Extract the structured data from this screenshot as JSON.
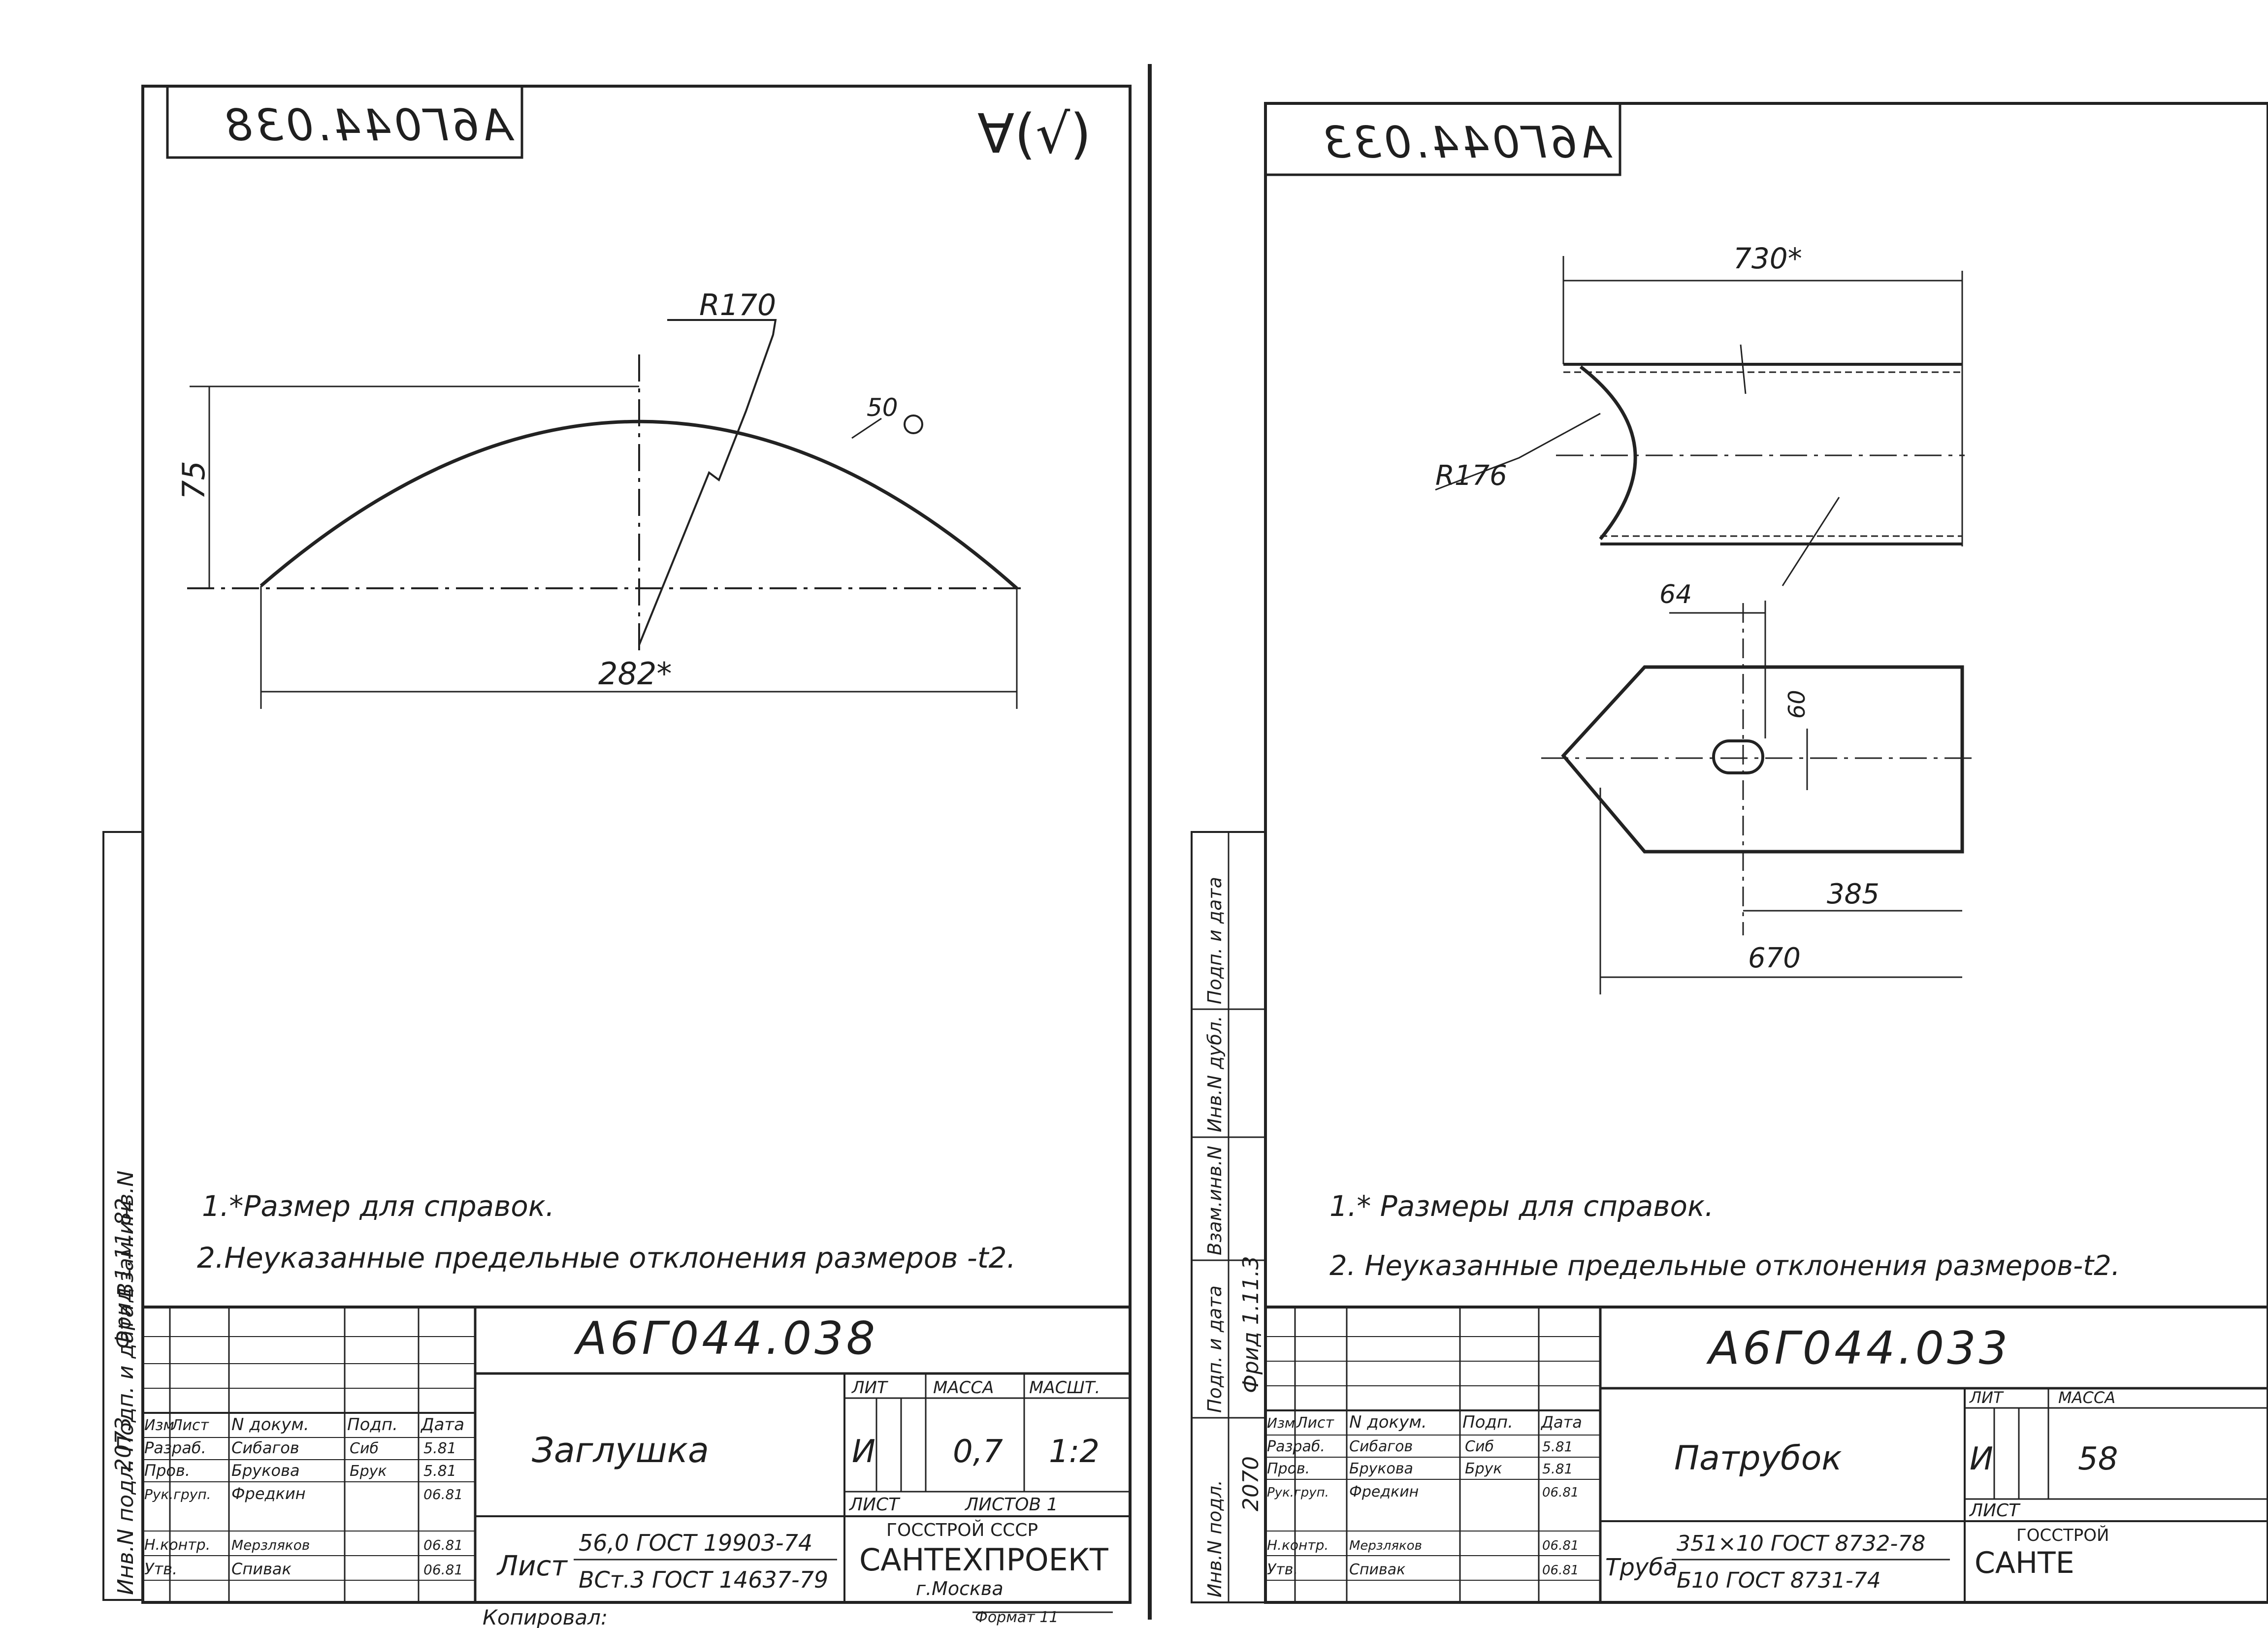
{
  "left_sheet": {
    "stamp_mirrored": "A6Г044.038",
    "roughness_mark": "∀(√)",
    "dims": {
      "radius": "R170",
      "height": "75",
      "width": "282*",
      "thickness": "50"
    },
    "notes": [
      "1.*Размер для справок.",
      "2.Неуказанные предельные отклонения размеров -t2."
    ],
    "title_block": {
      "designation": "А6Г044.038",
      "name": "Заглушка",
      "lit": "И",
      "mass": "0,7",
      "scale": "1:2",
      "hdr_lit": "ЛИТ",
      "hdr_mass": "МАССА",
      "hdr_scale": "МАСШТ.",
      "sheet": "ЛИСТ",
      "sheets": "ЛИСТОВ 1",
      "col_headers": [
        "Изм",
        "Лист",
        "N докум.",
        "Подп.",
        "Дата"
      ],
      "rows": [
        {
          "role": "Разраб.",
          "name": "Сибагов",
          "sign": "Сиб",
          "date": "5.81"
        },
        {
          "role": "Пров.",
          "name": "Брукова",
          "sign": "Брук",
          "date": "5.81"
        },
        {
          "role": "Рук.груп.",
          "name": "Фредкин",
          "sign": "",
          "date": "06.81"
        },
        {
          "role": "Н.контр.",
          "name": "Мерзляков",
          "sign": "",
          "date": "06.81"
        },
        {
          "role": "Утв.",
          "name": "Спивак",
          "sign": "",
          "date": "06.81"
        }
      ],
      "material_prefix": "Лист",
      "material_line1": "56,0 ГОСТ 19903-74",
      "material_line2": "ВСт.3 ГОСТ 14637-79",
      "org1": "ГОССТРОЙ СССР",
      "org2": "САНТЕХПРОЕКТ",
      "org3": "г.Москва"
    },
    "side_stamp": "Инв.N подл.  Подп. и дата  Взам.инв.N",
    "side_values": [
      "2073",
      "Фрид 1.11.82"
    ]
  },
  "right_sheet": {
    "stamp_mirrored": "A6Г044.033",
    "dims": {
      "length": "730*",
      "radius": "R176",
      "slot_offset": "64",
      "slot_height": "60",
      "slot_position": "385",
      "total": "670"
    },
    "notes": [
      "1.* Размеры для справок.",
      "2. Неуказанные предельные отклонения размеров-t2."
    ],
    "title_block": {
      "designation": "А6Г044.033",
      "name": "Патрубок",
      "lit": "И",
      "mass": "58",
      "hdr_lit": "ЛИТ",
      "hdr_mass": "МАССА",
      "sheet": "ЛИСТ",
      "col_headers": [
        "Изм",
        "Лист",
        "N докум.",
        "Подп.",
        "Дата"
      ],
      "rows": [
        {
          "role": "Разраб.",
          "name": "Сибагов",
          "sign": "Сиб",
          "date": "5.81"
        },
        {
          "role": "Пров.",
          "name": "Брукова",
          "sign": "Брук",
          "date": "5.81"
        },
        {
          "role": "Рук.груп.",
          "name": "Фредкин",
          "sign": "",
          "date": "06.81"
        },
        {
          "role": "Н.контр.",
          "name": "Мерзляков",
          "sign": "",
          "date": "06.81"
        },
        {
          "role": "Утв.",
          "name": "Спивак",
          "sign": "",
          "date": "06.81"
        }
      ],
      "material_prefix": "Труба",
      "material_line1": "351×10 ГОСТ 8732-78",
      "material_line2": "Б10 ГОСТ 8731-74",
      "org1": "ГОССТРОЙ",
      "org2": "САНТЕ"
    },
    "side_stamp": [
      "Инв.N подл.",
      "Подп. и дата",
      "Взам.инв.N",
      "Инв.N дубл.",
      "Подп. и дата"
    ],
    "side_values": [
      "2070",
      "Фрид 1.11.3"
    ]
  },
  "footer": {
    "copied": "Копировал:",
    "format": "Формат 11"
  }
}
